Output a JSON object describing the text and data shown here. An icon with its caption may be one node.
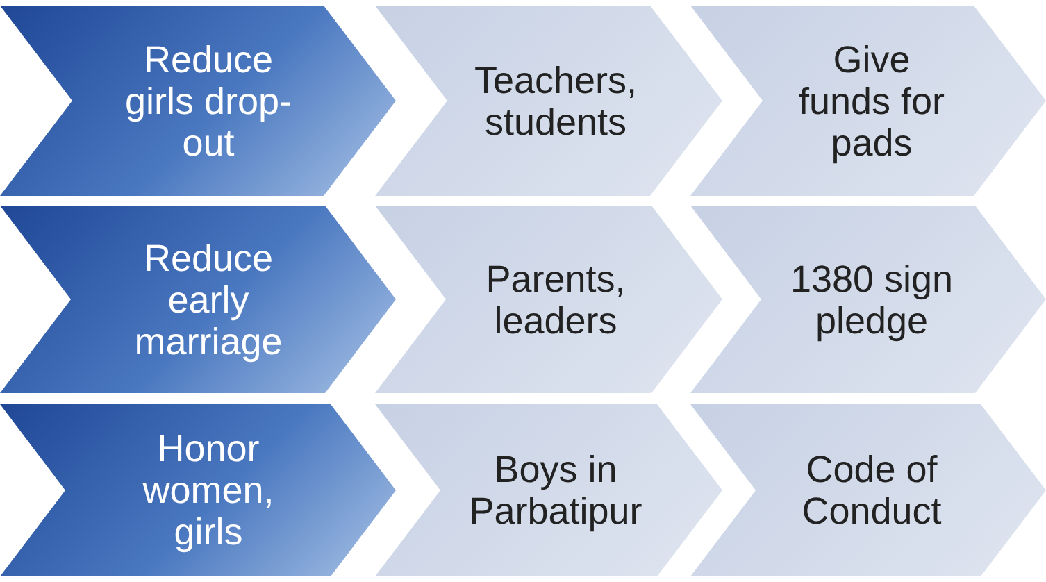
{
  "diagram": {
    "nodes": [
      {
        "text": [
          "Reduce girls drop-out"
        ]
      },
      {
        "text": [
          "Teachers, students"
        ]
      },
      {
        "text": [
          "Give funds for pads"
        ]
      },
      {
        "text": [
          "Reduce early marriage"
        ]
      },
      {
        "text": [
          "Parents, leaders"
        ]
      },
      {
        "text": [
          "1380 sign pledge"
        ]
      },
      {
        "text": [
          "Honor women, girls"
        ]
      },
      {
        "text": [
          "Boys in Parbatipur"
        ]
      },
      {
        "text": [
          "Code of Conduct"
        ]
      }
    ]
  }
}
